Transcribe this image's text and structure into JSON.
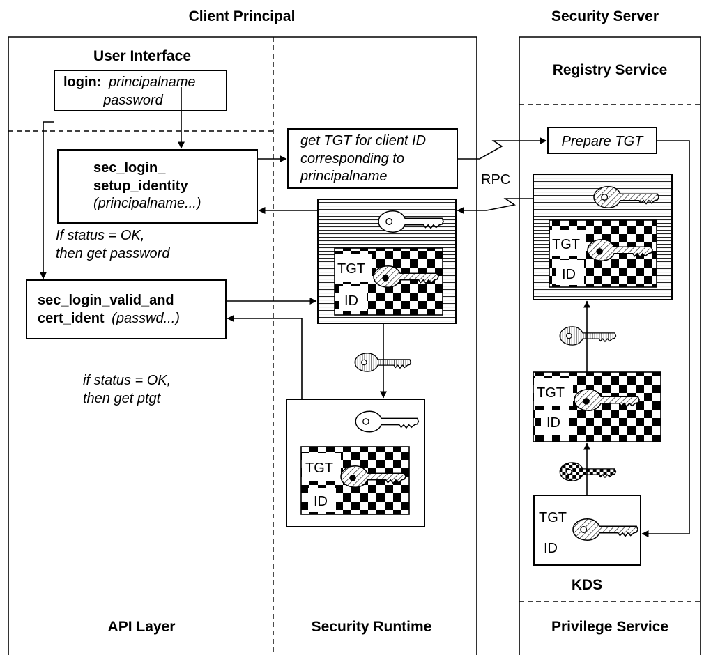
{
  "headers": {
    "client_principal": "Client Principal",
    "security_server": "Security Server"
  },
  "zones": {
    "user_interface": "User Interface",
    "api_layer": "API Layer",
    "security_runtime": "Security Runtime",
    "registry_service": "Registry Service",
    "kds": "KDS",
    "privilege_service": "Privilege Service"
  },
  "login_box": {
    "keyword": "login:",
    "principal": "principalname",
    "password": "password"
  },
  "setup_identity": {
    "line1": "sec_login_",
    "line2": "setup_identity",
    "line3": "(principalname...)"
  },
  "status_note_1": {
    "line1": "If status = OK,",
    "line2": "then get password"
  },
  "valid_and_cert": {
    "line1": "sec_login_valid_and",
    "line2_bold": "cert_ident",
    "line2_italic": "(passwd...)"
  },
  "status_note_2": {
    "line1": "if status = OK,",
    "line2": "then get ptgt"
  },
  "request_box": {
    "line1": "get TGT for client ID",
    "line2": "corresponding to",
    "line3": "principalname"
  },
  "rpc_label": "RPC",
  "prepare_tgt": "Prepare TGT",
  "ticket_labels": {
    "tgt": "TGT",
    "id": "ID"
  },
  "colors": {
    "ink": "#000000",
    "paper": "#ffffff"
  },
  "icons": [
    "key-icon",
    "hatched-key-icon",
    "striped-key-icon",
    "checkered-key-icon"
  ]
}
